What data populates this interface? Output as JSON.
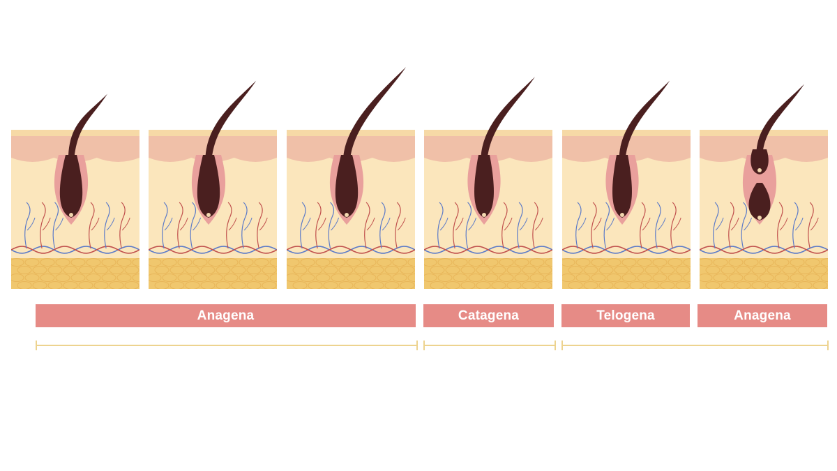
{
  "colors": {
    "background": "#ffffff",
    "epidermis": "#f0c0a8",
    "skin_top_line": "#f6d9a6",
    "dermis": "#fbe6bc",
    "fat": "#f0c76e",
    "fat_cell_line": "#e8b65a",
    "follicle_sheath": "#e9a09c",
    "hair": "#4a1f1f",
    "papilla": "#f3d8b0",
    "vein": "#5b7ac8",
    "artery": "#c0504d",
    "phase_bar": "#e68b86",
    "phase_text": "#ffffff",
    "timeline": "#edd38f"
  },
  "panels": [
    {
      "name": "panel-anagen-early",
      "stage": "anagen",
      "hair_length": 0.45
    },
    {
      "name": "panel-anagen-mid",
      "stage": "anagen",
      "hair_length": 0.72
    },
    {
      "name": "panel-anagen-late",
      "stage": "anagen",
      "hair_length": 1.0
    },
    {
      "name": "panel-catagen",
      "stage": "catagen",
      "hair_length": 0.8
    },
    {
      "name": "panel-telogen",
      "stage": "telogen",
      "hair_length": 0.72
    },
    {
      "name": "panel-anagen-new",
      "stage": "regrowth",
      "hair_length": 0.65
    }
  ],
  "phases": [
    {
      "label": "Anagena"
    },
    {
      "label": "Catagena"
    },
    {
      "label": "Telogena"
    },
    {
      "label": "Anagena"
    }
  ]
}
